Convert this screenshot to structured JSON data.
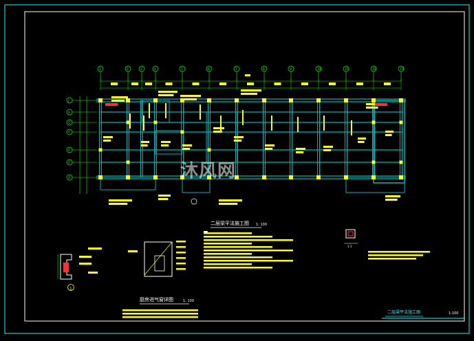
{
  "drawing": {
    "plan_title": "二层梁平法施工图",
    "plan_scale": "1: 100",
    "detail_title": "厨房进气窗详图",
    "detail_scale": "1: 100",
    "sheet_title": "二层梁平法施工图",
    "sheet_number": "1:100",
    "watermark": "沐风网",
    "section_mark": "1",
    "grid_axes_top": [
      "1",
      "2",
      "3",
      "4",
      "5",
      "6",
      "7",
      "8",
      "9",
      "10",
      "11",
      "12",
      "13"
    ],
    "grid_axes_left": [
      "J",
      "H",
      "G",
      "F",
      "E",
      "D",
      "A"
    ],
    "colors": {
      "background": "#000000",
      "frame": "#00ffff",
      "beam": "#00b3b3",
      "annotation": "#ffff00",
      "dimension": "#00ff00",
      "column": "#ffff00",
      "text": "#ffffff"
    }
  }
}
